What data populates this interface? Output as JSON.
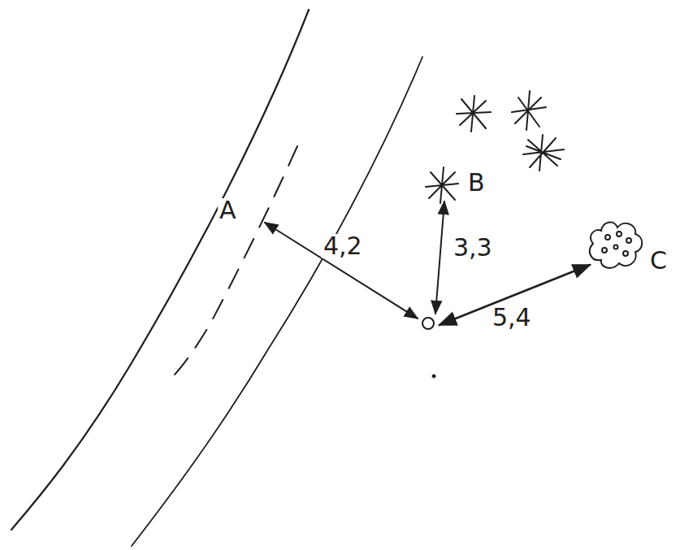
{
  "diagram": {
    "labels": [
      "A",
      "B",
      "C",
      "4,2",
      "3,3",
      "5,4"
    ]
  }
}
